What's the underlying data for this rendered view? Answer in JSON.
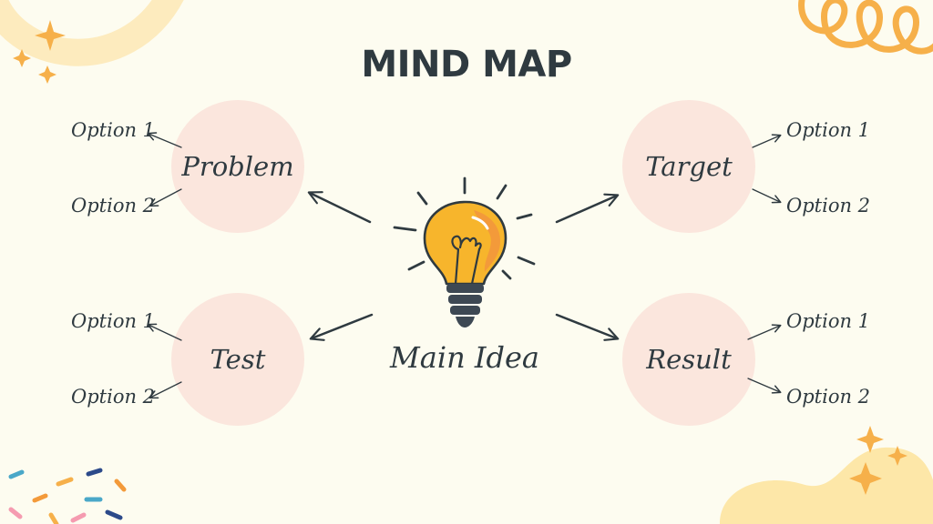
{
  "title": "MIND MAP",
  "center": {
    "label": "Main Idea",
    "icon": "lightbulb-icon"
  },
  "nodes": [
    {
      "label": "Problem",
      "options": [
        "Option 1",
        "Option 2"
      ]
    },
    {
      "label": "Target",
      "options": [
        "Option 1",
        "Option 2"
      ]
    },
    {
      "label": "Test",
      "options": [
        "Option 1",
        "Option 2"
      ]
    },
    {
      "label": "Result",
      "options": [
        "Option 1",
        "Option 2"
      ]
    }
  ],
  "colors": {
    "background": "#fdfcf0",
    "text": "#2f3a40",
    "node_fill": "#fbe6dd",
    "bulb": "#f7b52c",
    "bulb_highlight": "#f39a3a",
    "bulb_base": "#3d4853",
    "accent_orange": "#f6b04a",
    "accent_yellow": "#fde7a8"
  }
}
